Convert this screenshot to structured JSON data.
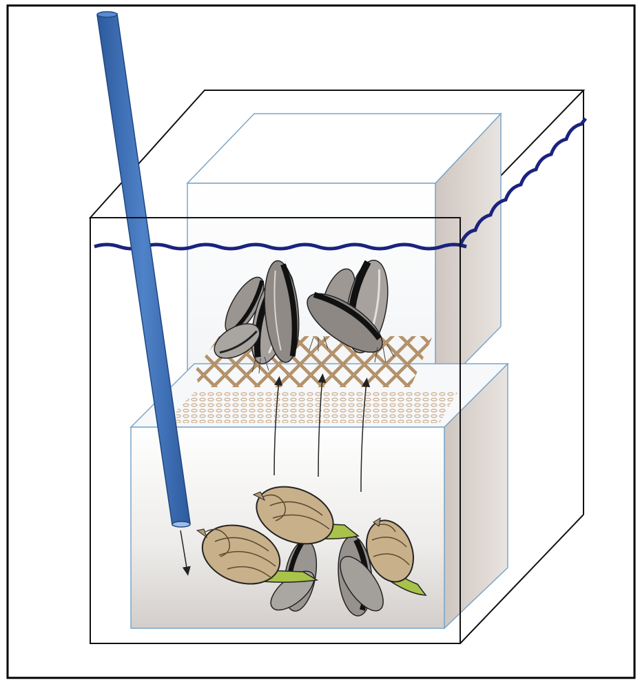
{
  "figure": {
    "border_color": "#000000",
    "water_line_color": "#1a237e",
    "tube_color": "#3f6fb5",
    "mesh_color": "#c9a47a",
    "snail_shell_color": "#c8b08a",
    "snail_body_color": "#a8c24a",
    "mussel_color": "#8e8a86"
  },
  "components": {
    "outer_tank": "outer-tank",
    "upper_chamber": "upper-mussel-chamber",
    "lower_chamber": "lower-snail-chamber",
    "inflow_tube": "water-inflow-tube",
    "mesh": "mesh-floor",
    "arrows": 3
  }
}
